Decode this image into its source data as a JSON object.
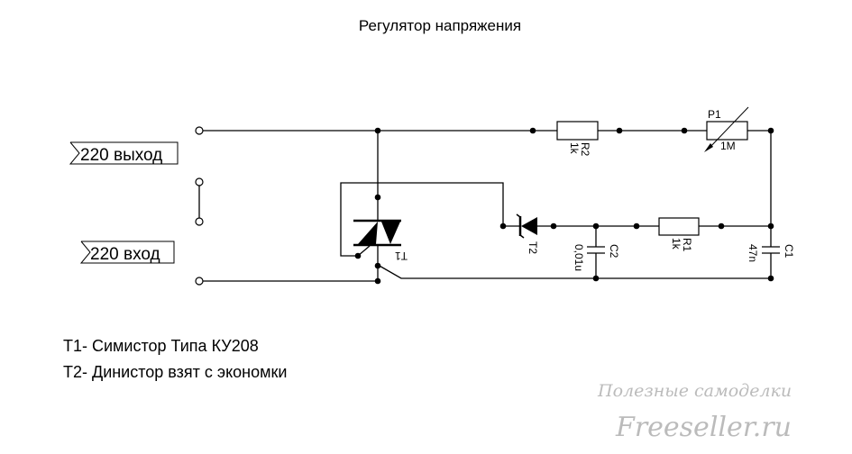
{
  "title": "Регулятор напряжения",
  "ports": {
    "output": "220 выход",
    "input": "220 вход"
  },
  "components": {
    "R2": {
      "ref": "R2",
      "value": "1k"
    },
    "P1": {
      "ref": "P1",
      "value": "1M"
    },
    "R1": {
      "ref": "R1",
      "value": "1k"
    },
    "C1": {
      "ref": "C1",
      "value": "47n"
    },
    "C2": {
      "ref": "C2",
      "value": "0,01u"
    },
    "T1": {
      "ref": "T1"
    },
    "T2": {
      "ref": "T2"
    }
  },
  "notes": [
    "T1- Симистор Типа КУ208",
    "T2- Динистор взят с экономки"
  ],
  "watermark": {
    "line1": "Полезные самоделки",
    "line2": "Freeseller.ru"
  }
}
